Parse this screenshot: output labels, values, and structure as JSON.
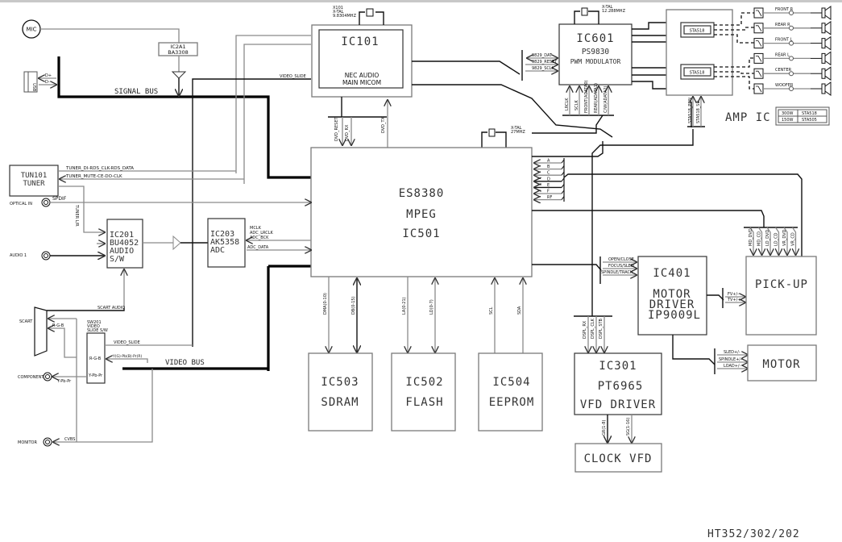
{
  "title": "HT352/302/202",
  "blocks": {
    "mic": "MIC",
    "ic2a1": {
      "ref": "IC2A1",
      "part": "BA3308"
    },
    "usb": {
      "label": "USB",
      "pins": [
        "D+",
        "D-"
      ]
    },
    "signal_bus": "SIGNAL BUS",
    "video_bus": "VIDEO BUS",
    "ic101": {
      "ref": "IC101",
      "line1": "NEC AUDIO",
      "line2": "MAIN MICOM",
      "xtal": [
        "X101",
        "X-TAL",
        "9.8304MHZ"
      ]
    },
    "ic601": {
      "ref": "IC601",
      "part": "PS9830",
      "func": "PWM MODULATOR",
      "xtal": [
        "X-TAL",
        "12.288MHZ"
      ]
    },
    "ic501": {
      "ref": "IC501",
      "part": "ES8380",
      "func": "MPEG",
      "xtal": [
        "X-TAL",
        "27MHZ"
      ]
    },
    "tun101": {
      "ref": "TUN101",
      "func": "TUNER"
    },
    "ic201": {
      "ref": "IC201",
      "part": "BU4052",
      "func1": "AUDIO",
      "func2": "S/W"
    },
    "ic203": {
      "ref": "IC203",
      "part": "AK5358",
      "func": "ADC"
    },
    "sw201": {
      "ref": "SW201",
      "l2": "VIDEO",
      "l3": "SLIDE S/W",
      "pin1": "R-G-B",
      "pin2": "Y-Pb-Pr"
    },
    "ic503": {
      "ref": "IC503",
      "func": "SDRAM"
    },
    "ic502": {
      "ref": "IC502",
      "func": "FLASH"
    },
    "ic504": {
      "ref": "IC504",
      "func": "EEPROM"
    },
    "ic401": {
      "ref": "IC401",
      "l1": "MOTOR",
      "l2": "DRIVER",
      "l3": "IP9009L"
    },
    "pickup": "PICK-UP",
    "motor": "MOTOR",
    "ic301": {
      "ref": "IC301",
      "part": "PT6965",
      "func": "VFD DRIVER"
    },
    "clock_vfd": "CLOCK VFD",
    "amp_ic": {
      "label": "AMP IC",
      "chip": "STA518",
      "table": [
        [
          "300W",
          "STA518"
        ],
        [
          "150W",
          "STA505"
        ]
      ]
    }
  },
  "connectors": {
    "optical_in": "OPTICAL IN",
    "audio_in": "AUDIO 1",
    "scart": "SCART",
    "component": "COMPONENT",
    "monitor": "MONITOR"
  },
  "speakers": [
    "FRONT R",
    "REAR R",
    "FRONT L",
    "REAR L",
    "CENTER",
    "WOOFER"
  ],
  "signals": {
    "tuner1": "TUNER_DI-RDS_CLK-RDS_DATA",
    "tuner2": "TUNER_MUTE-CE-DO-CLK",
    "spdif": "SPDIF",
    "tuner_lr": "TUNER L/R",
    "mclk": "MCLK",
    "adc_lrclk": "ADC_LRCLK",
    "adc_bck": "ADC_BCK",
    "adc_data": "ADC_DATA",
    "scart_audio": "SCART AUDIO",
    "rgb": "R-G-B",
    "video_slide": "VIDEO_SLIDE",
    "ypbpr_in": "Y(G)-Pb(B)-Pr(R)",
    "ypbpr_out": "Y-Pb-Pr",
    "cvbs": "CVBS",
    "video_slide_ic101": "VIDEO_SLIDE",
    "dvd_reset": "DVD_RESET",
    "dvd_rx": "DVD_RX",
    "dvd_tx": "DVD_TX",
    "s9829": [
      "9829_DAT",
      "9829_RESET",
      "9829_SCLK"
    ],
    "ic601_in": [
      "LRCLK",
      "SCLK",
      "FRONT(ADATA0)",
      "REAR(ADATA1)",
      "C/W(ADATA2)"
    ],
    "sta_ctrl": [
      "STA518_PDN",
      "STA518_SD"
    ],
    "rf": [
      "A",
      "B",
      "C",
      "D",
      "E",
      "F",
      "RF"
    ],
    "mem": [
      "DMA(0-10)",
      "DB(0-15)",
      "LA(0-21)",
      "LD(0-7)",
      "SCL",
      "SDA"
    ],
    "motor_ctrl": [
      "OPEN/CLOSE",
      "FOCUS/SLED",
      "SPINDLE/TRACK"
    ],
    "pickup_in": [
      "MD_DVD",
      "MD_CD",
      "LD_DVD",
      "LD_CD",
      "VR_DVD",
      "VR_CD"
    ],
    "fv_tv": [
      "FV+/-",
      "TV+/-"
    ],
    "motor_lines": [
      "SLED+/-",
      "SPINDLE+/-",
      "LOAD+/-"
    ],
    "vfd_ctrl": [
      "DSPL_RX",
      "DSPL_CLK",
      "DSPL_STB"
    ],
    "vfd_out": [
      "GR(1-8)",
      "SG(1-16)"
    ]
  }
}
